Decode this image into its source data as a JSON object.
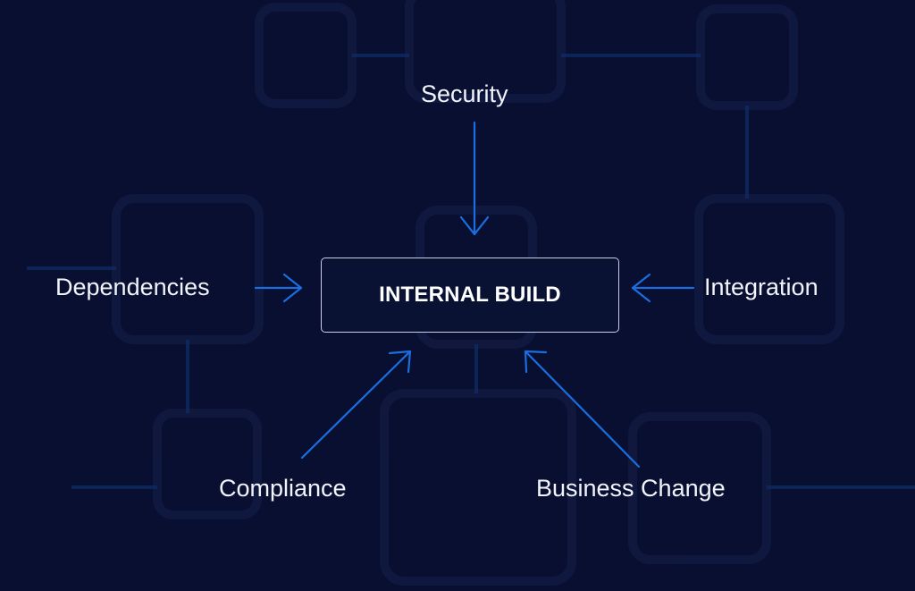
{
  "center": {
    "label": "INTERNAL BUILD"
  },
  "inputs": {
    "security": "Security",
    "dependencies": "Dependencies",
    "integration": "Integration",
    "compliance": "Compliance",
    "business_change": "Business Change"
  },
  "colors": {
    "background": "#080f30",
    "arrow": "#1a6ee0",
    "box_border": "#c9cfe6",
    "text": "#f2f4fb",
    "ghost_shapes": "#152048"
  }
}
